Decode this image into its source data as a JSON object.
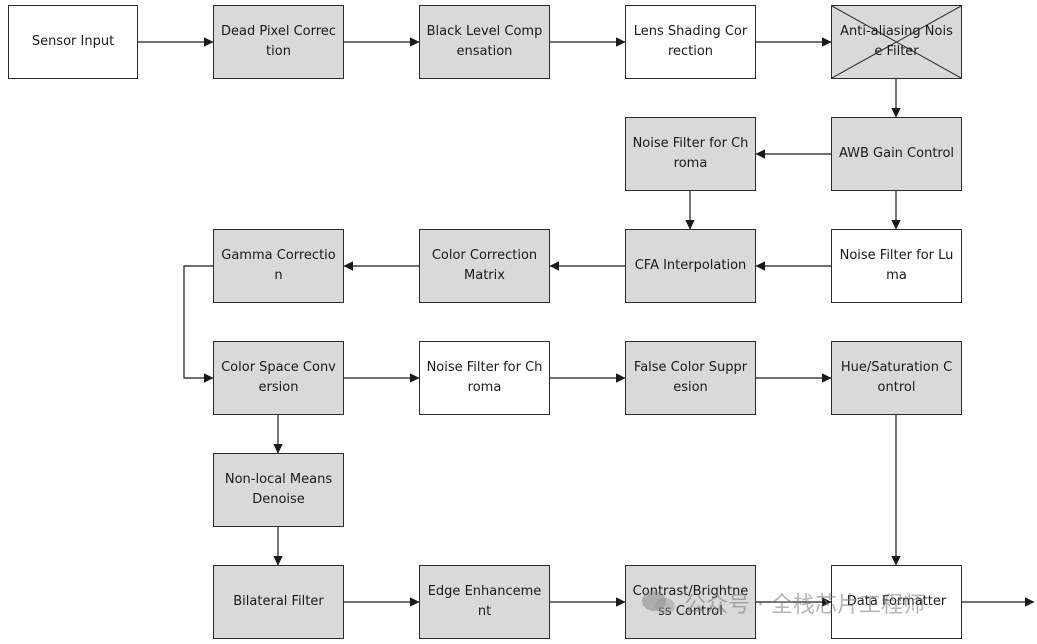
{
  "diagram": {
    "nodes": [
      {
        "id": "sensor-input",
        "label": "Sensor Input",
        "fill": "white"
      },
      {
        "id": "dead-pixel",
        "label": "Dead Pixel Correction",
        "fill": "gray"
      },
      {
        "id": "black-level",
        "label": "Black Level Compensation",
        "fill": "gray"
      },
      {
        "id": "lens-shading",
        "label": "Lens Shading Correction",
        "fill": "white"
      },
      {
        "id": "anti-aliasing",
        "label": "Anti-aliasing Noise Filter",
        "fill": "gray",
        "crossed": true
      },
      {
        "id": "noise-chroma-1",
        "label": "Noise Filter for Chroma",
        "fill": "gray"
      },
      {
        "id": "awb-gain",
        "label": "AWB Gain Control",
        "fill": "gray"
      },
      {
        "id": "gamma",
        "label": "Gamma Correction",
        "fill": "gray"
      },
      {
        "id": "ccm",
        "label": "Color Correction Matrix",
        "fill": "gray"
      },
      {
        "id": "cfa",
        "label": "CFA Interpolation",
        "fill": "gray"
      },
      {
        "id": "noise-luma",
        "label": "Noise Filter for Luma",
        "fill": "white"
      },
      {
        "id": "csc",
        "label": "Color Space Conversion",
        "fill": "gray"
      },
      {
        "id": "noise-chroma-2",
        "label": "Noise Filter for Chroma",
        "fill": "white"
      },
      {
        "id": "false-color",
        "label": "False Color Suppresion",
        "fill": "gray"
      },
      {
        "id": "hue-sat",
        "label": "Hue/Saturation Control",
        "fill": "gray"
      },
      {
        "id": "nlm",
        "label": "Non-local Means Denoise",
        "fill": "gray"
      },
      {
        "id": "bilateral",
        "label": "Bilateral Filter",
        "fill": "gray"
      },
      {
        "id": "edge",
        "label": "Edge Enhancement",
        "fill": "gray"
      },
      {
        "id": "contrast",
        "label": "Contrast/Brightness Control",
        "fill": "gray"
      },
      {
        "id": "data-formatter",
        "label": "Data Formatter",
        "fill": "white"
      }
    ],
    "edges": [
      [
        "sensor-input",
        "dead-pixel"
      ],
      [
        "dead-pixel",
        "black-level"
      ],
      [
        "black-level",
        "lens-shading"
      ],
      [
        "lens-shading",
        "anti-aliasing"
      ],
      [
        "anti-aliasing",
        "awb-gain"
      ],
      [
        "awb-gain",
        "noise-chroma-1"
      ],
      [
        "awb-gain",
        "noise-luma"
      ],
      [
        "noise-chroma-1",
        "cfa"
      ],
      [
        "noise-luma",
        "cfa"
      ],
      [
        "cfa",
        "ccm"
      ],
      [
        "ccm",
        "gamma"
      ],
      [
        "gamma",
        "csc"
      ],
      [
        "csc",
        "noise-chroma-2"
      ],
      [
        "noise-chroma-2",
        "false-color"
      ],
      [
        "false-color",
        "hue-sat"
      ],
      [
        "csc",
        "nlm"
      ],
      [
        "nlm",
        "bilateral"
      ],
      [
        "bilateral",
        "edge"
      ],
      [
        "edge",
        "contrast"
      ],
      [
        "contrast",
        "data-formatter"
      ],
      [
        "hue-sat",
        "data-formatter"
      ],
      [
        "data-formatter",
        "output"
      ]
    ],
    "colors": {
      "gray_fill": "#d9d9d9",
      "white_fill": "#ffffff",
      "stroke": "#2b2b2b"
    }
  },
  "watermark": {
    "text": "公众号 · 全栈芯片工程师"
  }
}
